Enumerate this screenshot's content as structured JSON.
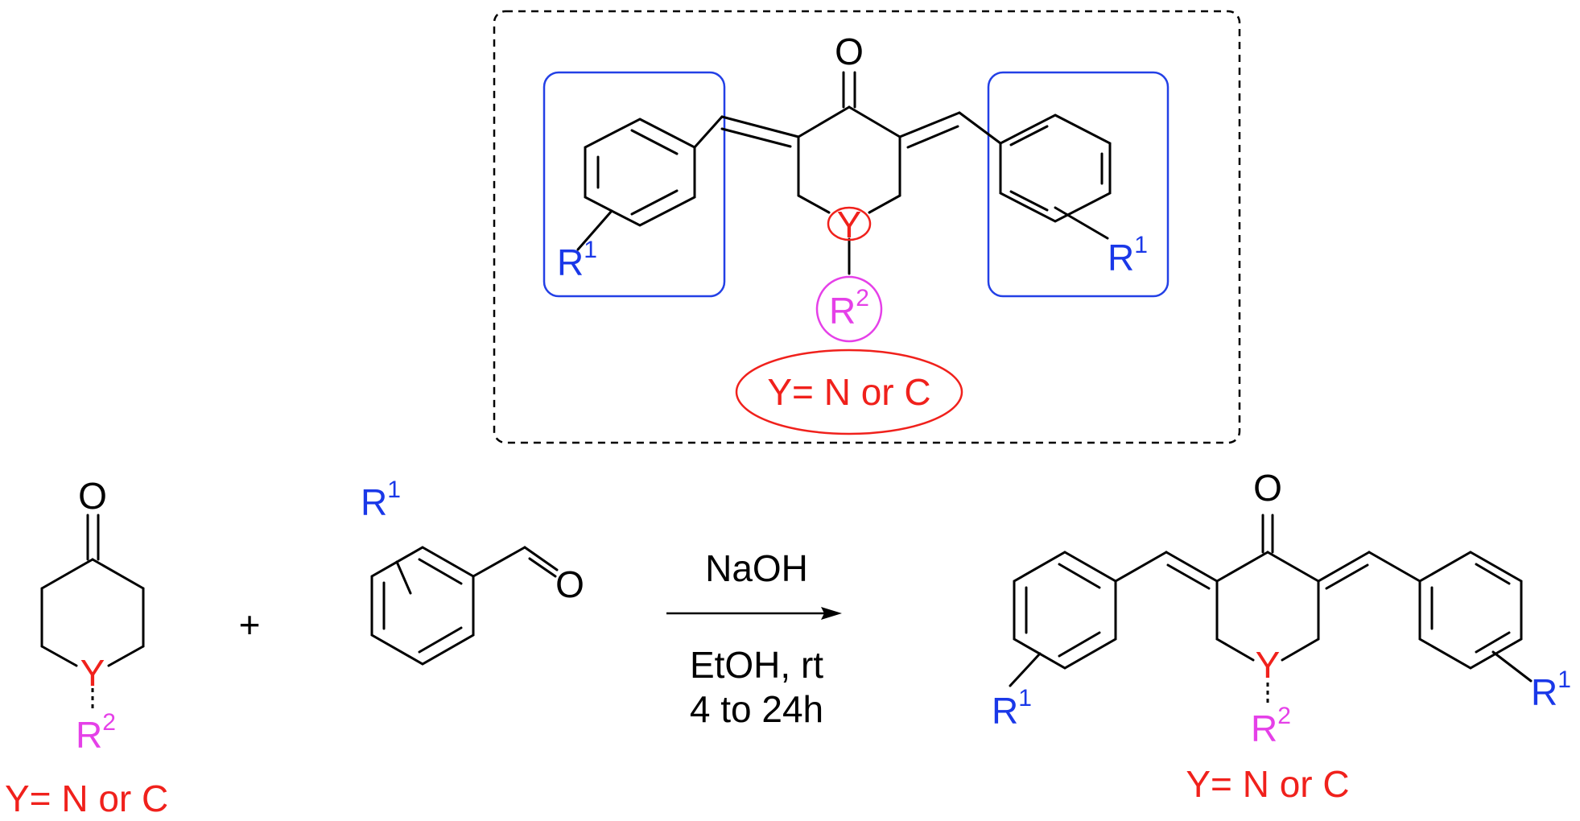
{
  "colors": {
    "bond": "#000000",
    "r1_blue": "#1a38e8",
    "y_red": "#f0211c",
    "r2_magenta": "#e540e8",
    "box_blue": "#2340e6"
  },
  "labels": {
    "oxygen": "O",
    "y_atom": "Y",
    "r_letter": "R",
    "r1_sup": "1",
    "r2_sup": "2",
    "y_def": "Y= N or C",
    "plus": "+"
  },
  "conditions": {
    "reagent": "NaOH",
    "solvent": "EtOH, rt",
    "time": "4 to 24h"
  }
}
